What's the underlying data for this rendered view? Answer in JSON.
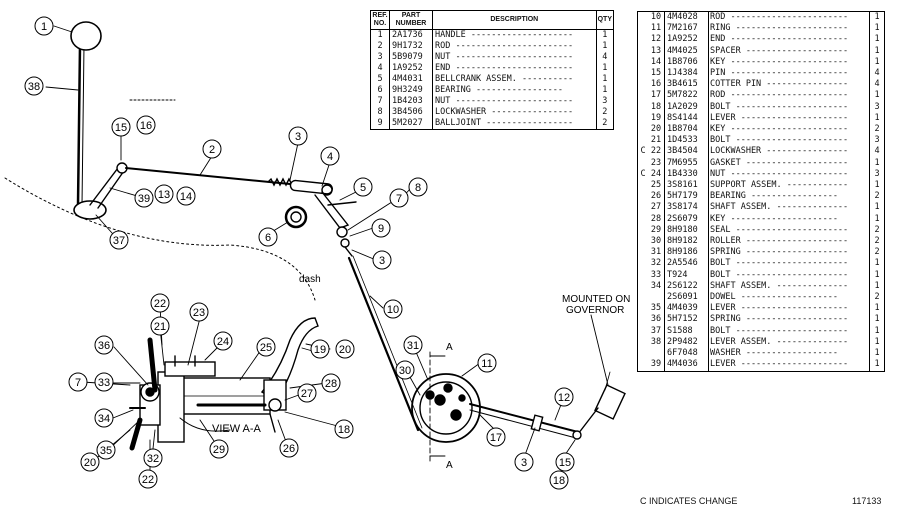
{
  "labels": {
    "dash": "dash",
    "mounted_on_governor": [
      "MOUNTED ON",
      "GOVERNOR"
    ],
    "view_a_a": "VIEW A-A",
    "section_a": "A"
  },
  "callouts": [
    "1",
    "38",
    "15",
    "16",
    "2",
    "3",
    "4",
    "5",
    "8",
    "7",
    "6",
    "9",
    "3",
    "39",
    "13",
    "14",
    "37",
    "10",
    "22",
    "21",
    "23",
    "24",
    "25",
    "19",
    "20",
    "36",
    "33",
    "7",
    "34",
    "35",
    "20",
    "32",
    "22",
    "29",
    "26",
    "18",
    "28",
    "27",
    "31",
    "30",
    "11",
    "17",
    "3",
    "15",
    "18",
    "12"
  ],
  "table1": {
    "headers": [
      "REF. NO.",
      "PART NUMBER",
      "DESCRIPTION",
      "QTY"
    ],
    "rows": [
      {
        "ref": "1",
        "part": "2A1736",
        "desc": "HANDLE",
        "qty": "1"
      },
      {
        "ref": "2",
        "part": "9H1732",
        "desc": "ROD",
        "qty": "1"
      },
      {
        "ref": "3",
        "part": "5B9079",
        "desc": "NUT",
        "qty": "4"
      },
      {
        "ref": "4",
        "part": "1A9252",
        "desc": "END",
        "qty": "1"
      },
      {
        "ref": "5",
        "part": "4M4031",
        "desc": "BELLCRANK ASSEM.",
        "qty": "1"
      },
      {
        "ref": "6",
        "part": "9H3249",
        "desc": "  BEARING",
        "qty": "1"
      },
      {
        "ref": "7",
        "part": "1B4203",
        "desc": "NUT",
        "qty": "3"
      },
      {
        "ref": "8",
        "part": "3B4506",
        "desc": "LOCKWASHER",
        "qty": "2"
      },
      {
        "ref": "9",
        "part": "5M2027",
        "desc": "BALLJOINT",
        "qty": "2"
      }
    ]
  },
  "table2": {
    "rows": [
      {
        "c": "",
        "ref": "10",
        "part": "4M4028",
        "desc": "ROD",
        "qty": "1"
      },
      {
        "c": "",
        "ref": "11",
        "part": "7M2167",
        "desc": "RING",
        "qty": "1"
      },
      {
        "c": "",
        "ref": "12",
        "part": "1A9252",
        "desc": "END",
        "qty": "1"
      },
      {
        "c": "",
        "ref": "13",
        "part": "4M4025",
        "desc": "SPACER",
        "qty": "1"
      },
      {
        "c": "",
        "ref": "14",
        "part": "1B8706",
        "desc": "KEY",
        "qty": "1"
      },
      {
        "c": "",
        "ref": "15",
        "part": "1J4384",
        "desc": "PIN",
        "qty": "4"
      },
      {
        "c": "",
        "ref": "16",
        "part": "3B4615",
        "desc": "COTTER PIN",
        "qty": "4"
      },
      {
        "c": "",
        "ref": "17",
        "part": "5M7822",
        "desc": "ROD",
        "qty": "1"
      },
      {
        "c": "",
        "ref": "18",
        "part": "1A2029",
        "desc": "BOLT",
        "qty": "3"
      },
      {
        "c": "",
        "ref": "19",
        "part": "8S4144",
        "desc": "LEVER",
        "qty": "1"
      },
      {
        "c": "",
        "ref": "20",
        "part": "1B8704",
        "desc": "KEY",
        "qty": "2"
      },
      {
        "c": "",
        "ref": "21",
        "part": "1D4533",
        "desc": "BOLT",
        "qty": "3"
      },
      {
        "c": "C",
        "ref": "22",
        "part": "3B4504",
        "desc": "LOCKWASHER",
        "qty": "4"
      },
      {
        "c": "",
        "ref": "23",
        "part": "7M6955",
        "desc": "GASKET",
        "qty": "1"
      },
      {
        "c": "C",
        "ref": "24",
        "part": "1B4330",
        "desc": "NUT",
        "qty": "3"
      },
      {
        "c": "",
        "ref": "25",
        "part": "3S8161",
        "desc": "SUPPORT ASSEM.",
        "qty": "1"
      },
      {
        "c": "",
        "ref": "26",
        "part": "5H7179",
        "desc": "  BEARING",
        "qty": "2"
      },
      {
        "c": "",
        "ref": "27",
        "part": "3S8174",
        "desc": "SHAFT ASSEM.",
        "qty": "1"
      },
      {
        "c": "",
        "ref": "28",
        "part": "2S6079",
        "desc": "  KEY",
        "qty": "1"
      },
      {
        "c": "",
        "ref": "29",
        "part": "8H9180",
        "desc": "SEAL",
        "qty": "2"
      },
      {
        "c": "",
        "ref": "30",
        "part": "8H9182",
        "desc": "ROLLER",
        "qty": "2"
      },
      {
        "c": "",
        "ref": "31",
        "part": "8H9186",
        "desc": "SPRING",
        "qty": "2"
      },
      {
        "c": "",
        "ref": "32",
        "part": "2A5546",
        "desc": "BOLT",
        "qty": "1"
      },
      {
        "c": "",
        "ref": "33",
        "part": "T924",
        "desc": "BOLT",
        "qty": "1"
      },
      {
        "c": "",
        "ref": "34",
        "part": "2S6122",
        "desc": "SHAFT ASSEM.",
        "qty": "1"
      },
      {
        "c": "",
        "ref": "",
        "part": "2S6091",
        "desc": "  DOWEL",
        "qty": "2"
      },
      {
        "c": "",
        "ref": "35",
        "part": "4M4039",
        "desc": "LEVER",
        "qty": "1"
      },
      {
        "c": "",
        "ref": "36",
        "part": "5H7152",
        "desc": "SPRING",
        "qty": "1"
      },
      {
        "c": "",
        "ref": "37",
        "part": "S1588",
        "desc": "BOLT",
        "qty": "1"
      },
      {
        "c": "",
        "ref": "38",
        "part": "2P9482",
        "desc": "LEVER ASSEM.",
        "qty": "1"
      },
      {
        "c": "",
        "ref": "",
        "part": "6F7048",
        "desc": "  WASHER",
        "qty": "1"
      },
      {
        "c": "",
        "ref": "39",
        "part": "4M4036",
        "desc": "LEVER",
        "qty": "1"
      }
    ],
    "footer_note": "C INDICATES CHANGE",
    "footer_code": "117133"
  }
}
